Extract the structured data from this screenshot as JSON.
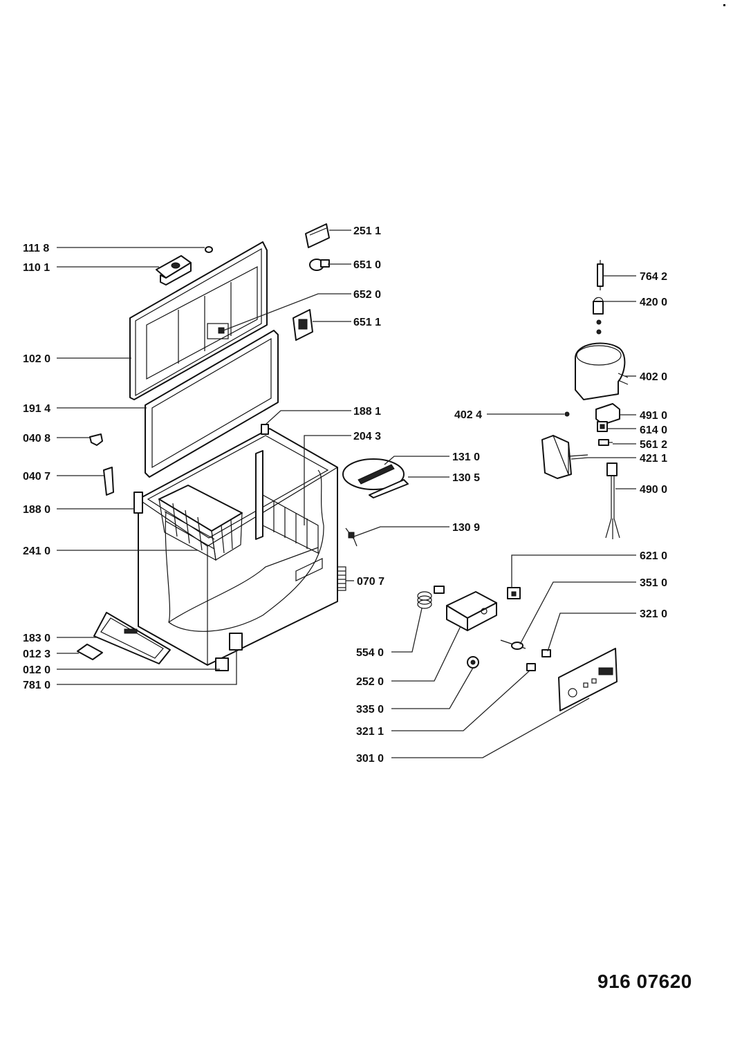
{
  "document_number": "916 07620",
  "callouts": [
    {
      "id": "c1118",
      "text": "111 8"
    },
    {
      "id": "c1101",
      "text": "110 1"
    },
    {
      "id": "c1020",
      "text": "102 0"
    },
    {
      "id": "c1914",
      "text": "191 4"
    },
    {
      "id": "c0408",
      "text": "040 8"
    },
    {
      "id": "c0407",
      "text": "040 7"
    },
    {
      "id": "c1880",
      "text": "188 0"
    },
    {
      "id": "c2410",
      "text": "241 0"
    },
    {
      "id": "c1830",
      "text": "183 0"
    },
    {
      "id": "c0123",
      "text": "012 3"
    },
    {
      "id": "c0120",
      "text": "012 0"
    },
    {
      "id": "c7810",
      "text": "781 0"
    },
    {
      "id": "c2511",
      "text": "251 1"
    },
    {
      "id": "c6510",
      "text": "651 0"
    },
    {
      "id": "c6520",
      "text": "652 0"
    },
    {
      "id": "c6511",
      "text": "651 1"
    },
    {
      "id": "c1881",
      "text": "188 1"
    },
    {
      "id": "c2043",
      "text": "204 3"
    },
    {
      "id": "c1310",
      "text": "131 0"
    },
    {
      "id": "c1305",
      "text": "130 5"
    },
    {
      "id": "c1309",
      "text": "130 9"
    },
    {
      "id": "c0707",
      "text": "070 7"
    },
    {
      "id": "c5540",
      "text": "554 0"
    },
    {
      "id": "c2520",
      "text": "252 0"
    },
    {
      "id": "c3350",
      "text": "335 0"
    },
    {
      "id": "c3211",
      "text": "321 1"
    },
    {
      "id": "c3010",
      "text": "301 0"
    },
    {
      "id": "c7642",
      "text": "764 2"
    },
    {
      "id": "c4200",
      "text": "420 0"
    },
    {
      "id": "c4020",
      "text": "402 0"
    },
    {
      "id": "c4024",
      "text": "402 4"
    },
    {
      "id": "c4910",
      "text": "491 0"
    },
    {
      "id": "c6140",
      "text": "614 0"
    },
    {
      "id": "c5612",
      "text": "561 2"
    },
    {
      "id": "c4211",
      "text": "421 1"
    },
    {
      "id": "c4900",
      "text": "490 0"
    },
    {
      "id": "c6210",
      "text": "621 0"
    },
    {
      "id": "c3510",
      "text": "351 0"
    },
    {
      "id": "c3210",
      "text": "321 0"
    }
  ]
}
